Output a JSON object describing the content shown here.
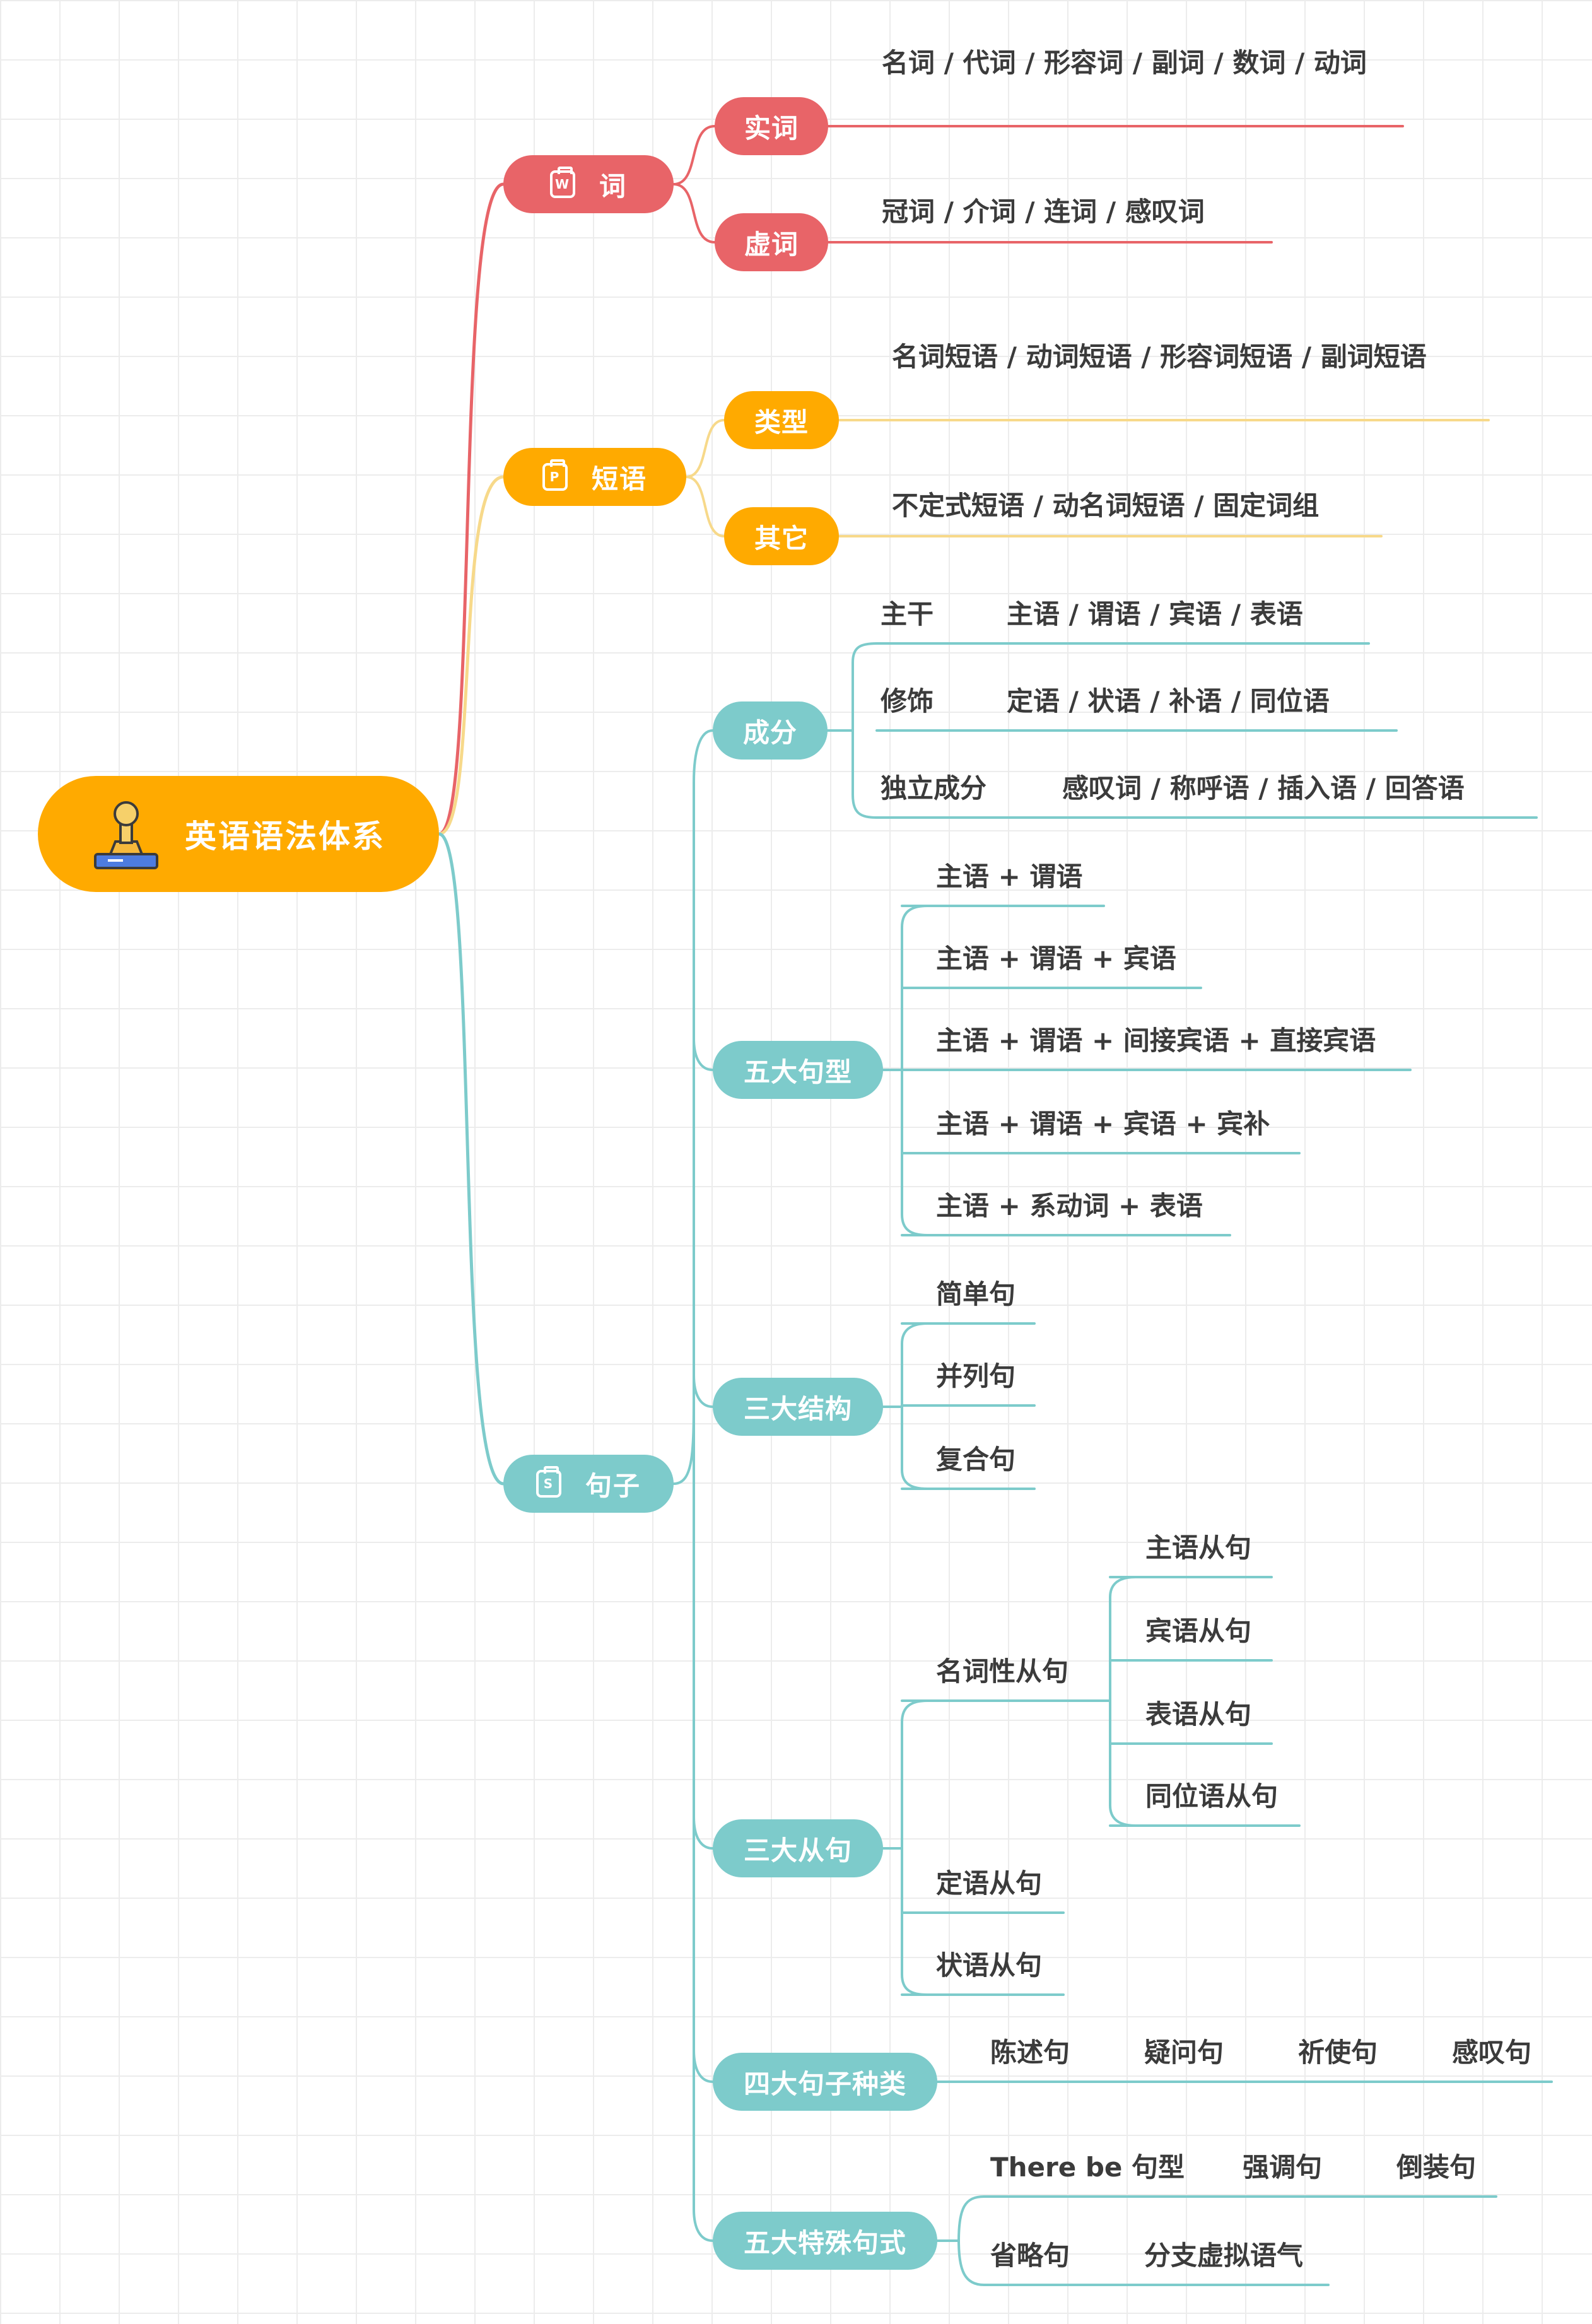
{
  "colors": {
    "root": "#FFAA00",
    "word": "#E86468",
    "phrase": "#FFAA00",
    "sentence": "#7DCBCB",
    "word_line": "#E86468",
    "phrase_line": "#F7D98A",
    "sentence_line": "#7DCBCB"
  },
  "root": {
    "label": "英语语法体系",
    "icon": "stamp-icon"
  },
  "word": {
    "label": "词",
    "icon": "w-document-icon",
    "content": {
      "label": "实词",
      "items": "名词 / 代词 / 形容词 / 副词 / 数词 / 动词"
    },
    "function": {
      "label": "虚词",
      "items": "冠词 / 介词 / 连词 / 感叹词"
    }
  },
  "phrase": {
    "label": "短语",
    "icon": "p-document-icon",
    "types": {
      "label": "类型",
      "items": "名词短语 / 动词短语 / 形容词短语 / 副词短语"
    },
    "other": {
      "label": "其它",
      "items": "不定式短语 / 动名词短语 / 固定词组"
    }
  },
  "sentence": {
    "label": "句子",
    "icon": "s-document-icon",
    "components": {
      "label": "成分",
      "trunk": {
        "label": "主干",
        "items": "主语 / 谓语 / 宾语 / 表语"
      },
      "modifier": {
        "label": "修饰",
        "items": "定语 / 状语 / 补语 / 同位语"
      },
      "independent": {
        "label": "独立成分",
        "items": "感叹词 / 称呼语 / 插入语 / 回答语"
      }
    },
    "patterns": {
      "label": "五大句型",
      "items": [
        "主语 + 谓语",
        "主语 + 谓语 + 宾语",
        "主语 + 谓语 + 间接宾语 + 直接宾语",
        "主语 + 谓语 + 宾语 + 宾补",
        "主语 + 系动词 + 表语"
      ]
    },
    "structures": {
      "label": "三大结构",
      "items": [
        "简单句",
        "并列句",
        "复合句"
      ]
    },
    "clauses": {
      "label": "三大从句",
      "nominal": {
        "label": "名词性从句",
        "items": [
          "主语从句",
          "宾语从句",
          "表语从句",
          "同位语从句"
        ]
      },
      "attributive": "定语从句",
      "adverbial": "状语从句"
    },
    "kinds": {
      "label": "四大句子种类",
      "items": [
        "陈述句",
        "疑问句",
        "祈使句",
        "感叹句"
      ]
    },
    "special": {
      "label": "五大特殊句式",
      "items": [
        "There be 句型",
        "强调句",
        "倒装句",
        "省略句",
        "分支虚拟语气"
      ]
    }
  }
}
